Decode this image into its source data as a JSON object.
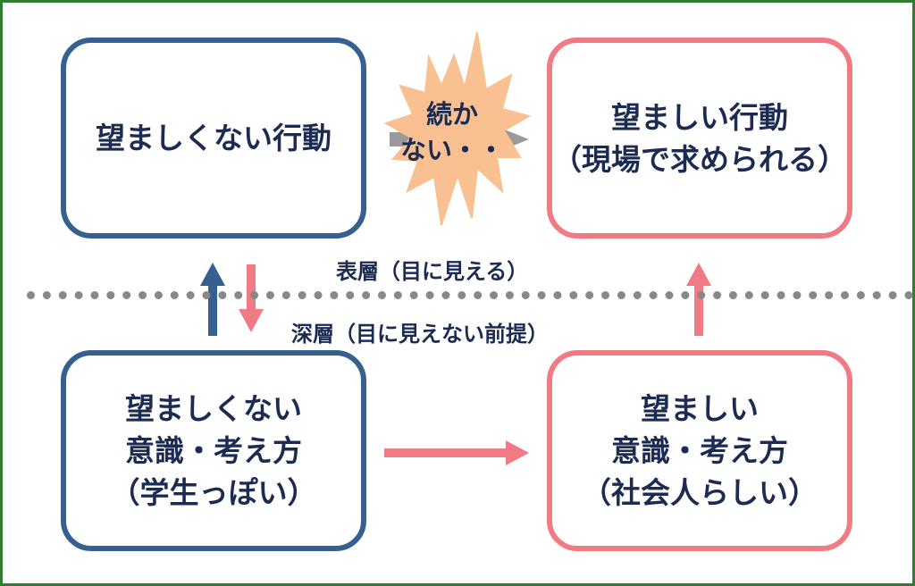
{
  "boxes": {
    "top_left": {
      "lines": [
        "望ましくない行動"
      ]
    },
    "top_right": {
      "lines": [
        "望ましい行動",
        "（現場で求められる）"
      ]
    },
    "bottom_left": {
      "lines": [
        "望ましくない",
        "意識・考え方",
        "（学生っぽい）"
      ]
    },
    "bottom_right": {
      "lines": [
        "望ましい",
        "意識・考え方",
        "（社会人らしい）"
      ]
    }
  },
  "burst": {
    "lines": [
      "続か",
      "ない・・"
    ]
  },
  "layers": {
    "surface": "表層（目に見える）",
    "deep": "深層（目に見えない前提）"
  },
  "colors": {
    "blue": "#35608f",
    "pink": "#f07b84",
    "navy_text": "#1c2b52",
    "burst_fill": "#f9c191",
    "gray_arrow": "#9a9a9a",
    "frame": "#2e7d32"
  }
}
